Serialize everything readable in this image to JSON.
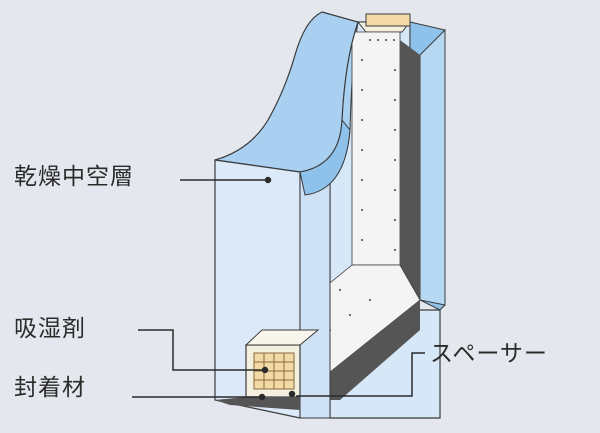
{
  "labels": {
    "air_layer": "乾燥中空層",
    "desiccant": "吸湿剤",
    "sealant": "封着材",
    "spacer": "スペーサー"
  },
  "colors": {
    "background": "#e4e8ee",
    "glass_face": "#dbe9f8",
    "glass_edge": "#a9d0f0",
    "glass_side": "#8fc2ea",
    "outline": "#3a3a3a",
    "spacer_inner": "#f4f4f4",
    "sealant_dark": "#555555",
    "desiccant_grid": "#f3d9a6"
  }
}
